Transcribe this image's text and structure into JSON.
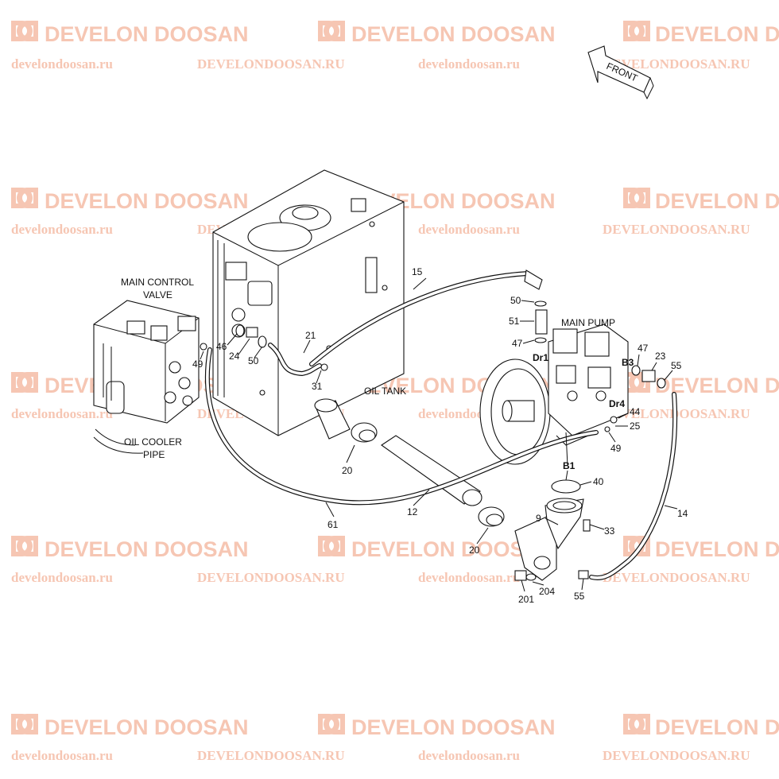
{
  "watermarks": {
    "brand": "DEVELON DOOSAN",
    "url_lower": "develondoosan.ru",
    "url_upper": "DEVELONDOOSAN.RU",
    "color": "#f6c6b3"
  },
  "direction": {
    "label": "FRONT",
    "icon": "front-arrow-icon"
  },
  "captions": {
    "main_control_valve_1": "MAIN CONTROL",
    "main_control_valve_2": "VALVE",
    "oil_tank": "OIL TANK",
    "main_pump": "MAIN PUMP",
    "oil_cooler_pipe_1": "OIL COOLER",
    "oil_cooler_pipe_2": "PIPE"
  },
  "callouts": {
    "c15": "15",
    "c50a": "50",
    "c51": "51",
    "c47a": "47",
    "c21": "21",
    "c46": "46",
    "c24": "24",
    "c50b": "50",
    "c49a": "49",
    "c31": "31",
    "c47b": "47",
    "c23": "23",
    "c55a": "55",
    "c44": "44",
    "c25": "25",
    "c49b": "49",
    "c40": "40",
    "c14": "14",
    "c9": "9",
    "c33": "33",
    "c12": "12",
    "c20a": "20",
    "c20b": "20",
    "c61": "61",
    "c201": "201",
    "c204": "204",
    "c55b": "55"
  },
  "ports": {
    "dr1": "Dr1",
    "b3": "B3",
    "dr4": "Dr4",
    "b1": "B1"
  }
}
